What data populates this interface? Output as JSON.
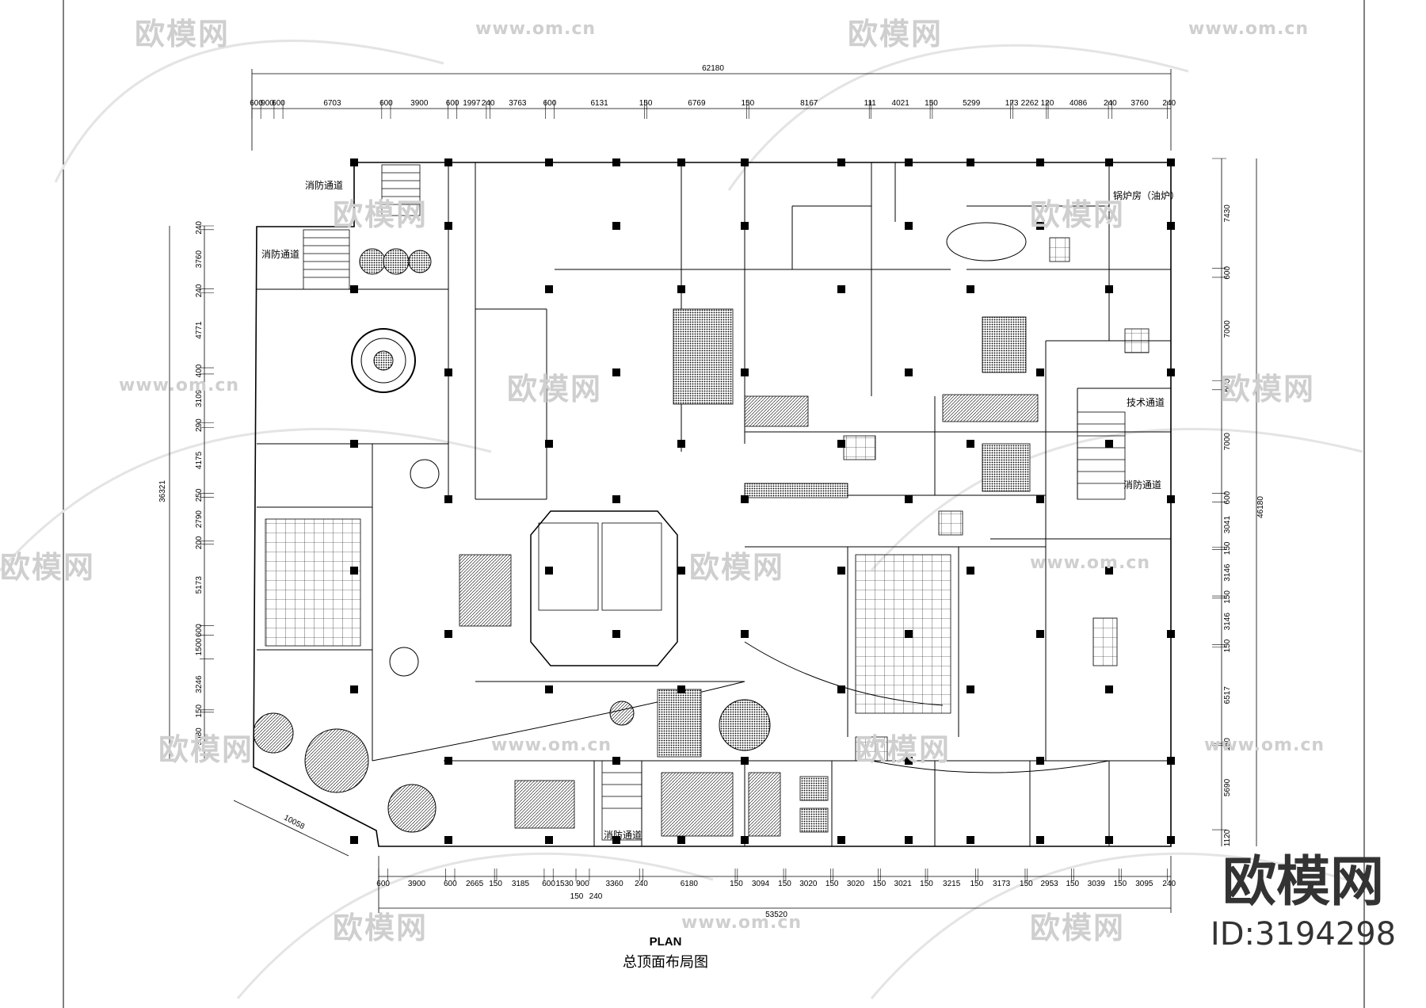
{
  "watermark": {
    "brand_cn": "欧模网",
    "url": "www.om.cn"
  },
  "brand": {
    "name": "欧模网",
    "id": "ID:3194298"
  },
  "title": {
    "en": "PLAN",
    "cn": "总顶面布局图"
  },
  "dimensions": {
    "overall_top": "62180",
    "overall_bottom": "53520",
    "overall_left": "36321",
    "overall_right": "46180",
    "diagonal": "10058",
    "top": [
      "600",
      "900",
      "600",
      "6703",
      "600",
      "3900",
      "600",
      "1997",
      "240",
      "3763",
      "600",
      "6131",
      "150",
      "6769",
      "150",
      "8167",
      "111",
      "4021",
      "150",
      "5299",
      "173",
      "2262",
      "120",
      "4086",
      "240",
      "3760",
      "240"
    ],
    "bottom": [
      "600",
      "3900",
      "600",
      "2665",
      "150",
      "3185",
      "600",
      "1530",
      "900",
      "3360",
      "240",
      "6180",
      "150",
      "3094",
      "150",
      "3020",
      "150",
      "3020",
      "150",
      "3021",
      "150",
      "3215",
      "150",
      "3173",
      "150",
      "2953",
      "150",
      "3039",
      "150",
      "3095",
      "240"
    ],
    "bottom_sub": [
      "150",
      "240"
    ],
    "left": [
      "240",
      "3760",
      "240",
      "4771",
      "400",
      "3109",
      "290",
      "4175",
      "250",
      "2790",
      "200",
      "5173",
      "600",
      "1500",
      "3246",
      "150",
      "3080"
    ],
    "right": [
      "7430",
      "600",
      "7000",
      "600",
      "7000",
      "600",
      "3041",
      "150",
      "3146",
      "150",
      "3146",
      "150",
      "6517",
      "150",
      "5690",
      "1120"
    ]
  },
  "rooms": {
    "fire_exit": "消防通道",
    "tech_passage": "技术通道",
    "boiler_room": "锅炉房（油炉）"
  }
}
